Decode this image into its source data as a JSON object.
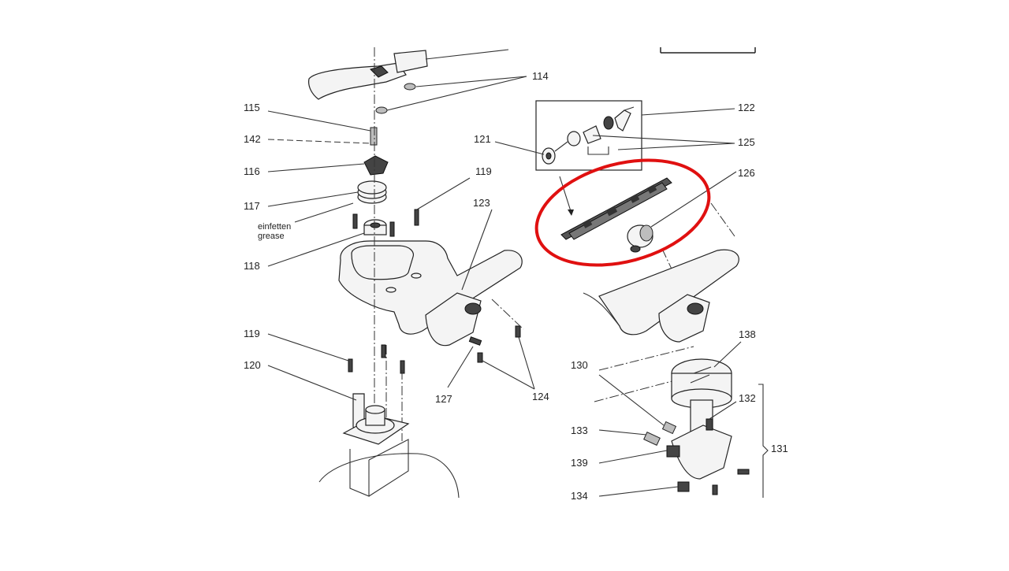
{
  "diagram": {
    "labels": {
      "l114": "114",
      "l115": "115",
      "l142": "142",
      "l116": "116",
      "l117": "117",
      "l118": "118",
      "l119a": "119",
      "l119b": "119",
      "l120": "120",
      "l121": "121",
      "l122": "122",
      "l123": "123",
      "l124": "124",
      "l125": "125",
      "l126": "126",
      "l127": "127",
      "l130": "130",
      "l131": "131",
      "l132": "132",
      "l133": "133",
      "l134": "134",
      "l138": "138",
      "l139": "139"
    },
    "notes": {
      "grease_de": "einfetten",
      "grease_en": "grease"
    },
    "highlight_color": "#e01010"
  }
}
